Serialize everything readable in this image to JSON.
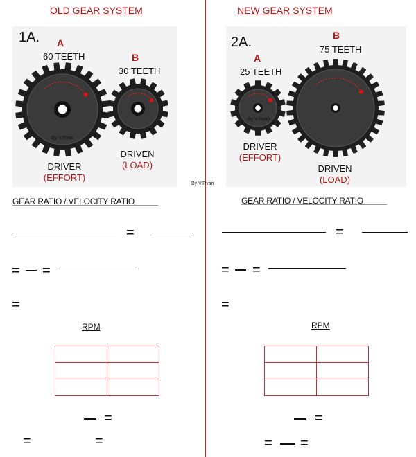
{
  "old_system": {
    "title": "OLD GEAR SYSTEM",
    "tag": "1A.",
    "gear_a": {
      "letter": "A",
      "teeth": "60 TEETH",
      "role": "DRIVER",
      "role_sub": "(EFFORT)",
      "credit": "By V.Ryan"
    },
    "gear_b": {
      "letter": "B",
      "teeth": "30 TEETH",
      "role": "DRIVEN",
      "role_sub": "(LOAD)"
    },
    "heading": "GEAR RATIO / VELOCITY RATIO",
    "rpm_label": "RPM",
    "rpm_table": [
      [
        "",
        ""
      ],
      [
        "",
        ""
      ],
      [
        "",
        ""
      ]
    ]
  },
  "new_system": {
    "title": "NEW GEAR SYSTEM",
    "tag": "2A.",
    "gear_a": {
      "letter": "A",
      "teeth": "25  TEETH",
      "role": "DRIVER",
      "role_sub": "(EFFORT)",
      "credit": "By V.Ryan"
    },
    "gear_b": {
      "letter": "B",
      "teeth": "75 TEETH",
      "role": "DRIVEN",
      "role_sub": "(LOAD)"
    },
    "heading": "GEAR RATIO / VELOCITY RATIO",
    "rpm_label": "RPM",
    "rpm_table": [
      [
        "",
        ""
      ],
      [
        "",
        ""
      ],
      [
        "",
        ""
      ]
    ]
  },
  "credit": "By V.Ryan",
  "colors": {
    "accent_red": "#b01818",
    "gear_dark": "#1e1e1e",
    "gear_face": "#3a3a3a"
  }
}
